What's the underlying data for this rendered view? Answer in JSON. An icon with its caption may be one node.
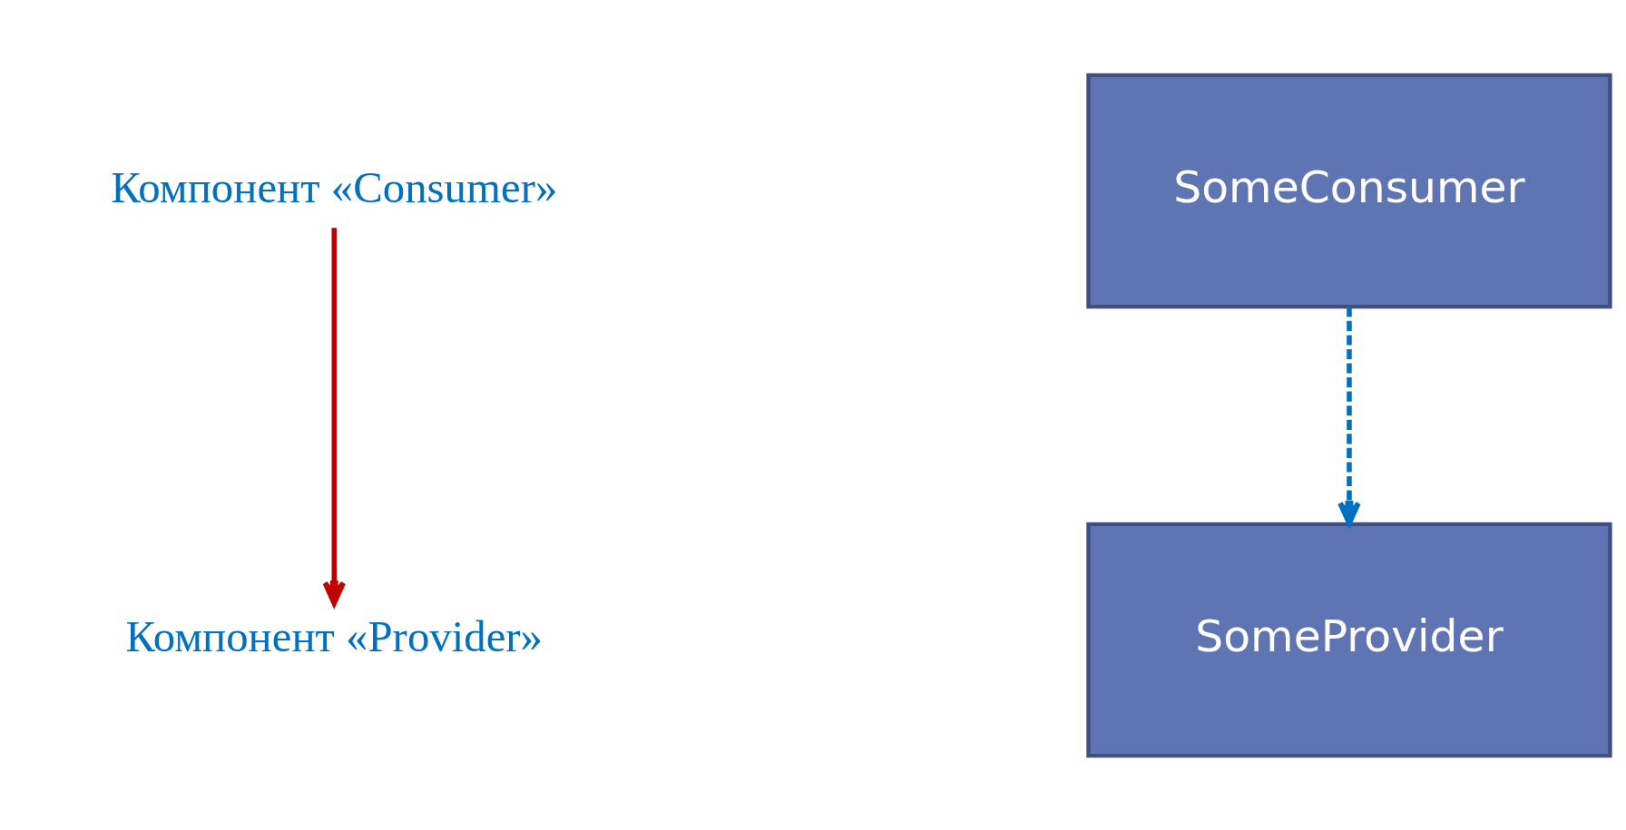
{
  "diagram": {
    "nodes": [
      {
        "text": [
          "Компонент «Consumer»"
        ]
      },
      {
        "text": [
          "Компонент «Provider»"
        ]
      },
      {
        "text": [
          "SomeConsumer"
        ]
      },
      {
        "text": [
          "SomeProvider"
        ]
      }
    ],
    "edges": [
      {
        "from": 0,
        "to": 1,
        "arrow": "to",
        "color": "#c00000"
      },
      {
        "from": 2,
        "to": 3,
        "arrow": "to",
        "style": "dashed",
        "color": "#0070c0"
      }
    ]
  }
}
